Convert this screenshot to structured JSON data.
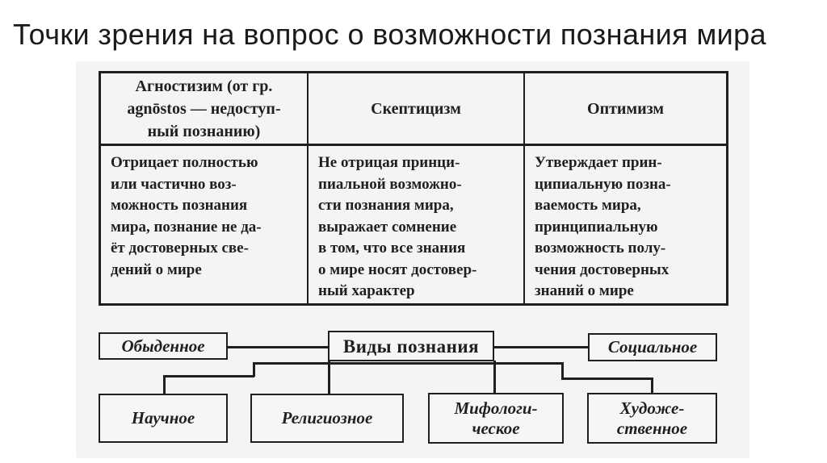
{
  "title": "Точки зрения на вопрос о возможности познания мира",
  "table": {
    "columns": [
      {
        "header": "Агностизим (от гр.\nagnōstos — недоступ-\nный познанию)",
        "body": "Отрицает полностью\nили частично воз-\nможность познания\nмира, познание не да-\nёт достоверных све-\nдений о мире"
      },
      {
        "header": "Скептицизм",
        "body": "Не отрицая принци-\nпиальной возможно-\nсти познания мира,\nвыражает сомнение\nв том, что все знания\nо мире носят достовер-\nный характер"
      },
      {
        "header": "Оптимизм",
        "body": "Утверждает прин-\nципиальную позна-\nваемость мира,\nпринципиальную\nвозможность полу-\nчения достоверных\nзнаний о мире"
      }
    ]
  },
  "diagram": {
    "center_label": "Виды познания",
    "nodes": {
      "ordinary": "Обыденное",
      "social": "Социальное",
      "scientific": "Научное",
      "religious": "Религиозное",
      "mythological": "Мифологи-\nческое",
      "artistic": "Художе-\nственное"
    }
  },
  "colors": {
    "ink": "#1f1f1f",
    "scan_background": "#f4f4f2",
    "page_background": "#ffffff"
  }
}
